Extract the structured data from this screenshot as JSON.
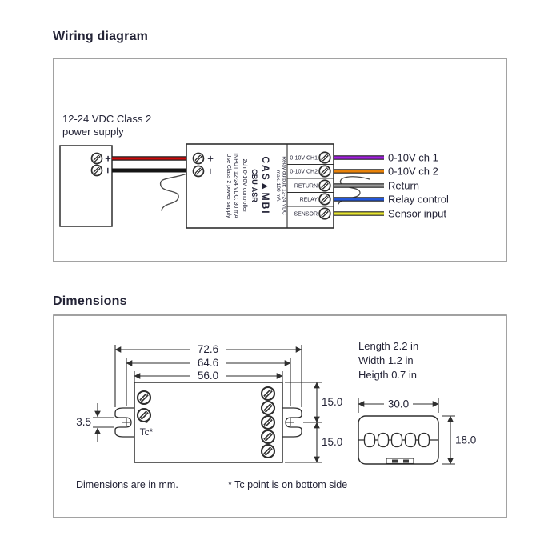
{
  "headings": {
    "wiring": "Wiring diagram",
    "dimensions": "Dimensions"
  },
  "wiring": {
    "power_supply": {
      "label_line1": "12-24 VDC Class 2",
      "label_line2": "power supply",
      "plus": "+",
      "minus": "−"
    },
    "device": {
      "brand": "CAS▲MBI",
      "model": "CBU-ASR",
      "subtitle": "2ch 0-10V controller",
      "input_rating": "INPUT 12-24 VDC, 30 mA",
      "class_note": "Use Class 2 power supply",
      "relay_rating_line1": "Relay output: 12-24 VDC",
      "relay_rating_line2": "max. 100 mA",
      "plus": "+",
      "minus": "−",
      "terminals": [
        "0-10V CH1",
        "0-10V CH2",
        "RETURN",
        "RELAY",
        "SENSOR"
      ]
    },
    "input_wires": [
      {
        "name": "positive",
        "color": "#cf0a0a"
      },
      {
        "name": "negative",
        "color": "#151515"
      }
    ],
    "outputs": [
      {
        "label": "0-10V ch 1",
        "color": "#a21fe0"
      },
      {
        "label": "0-10V ch 2",
        "color": "#e8820a"
      },
      {
        "label": "Return",
        "color": "#9a9a9a"
      },
      {
        "label": "Relay control",
        "color": "#2457d8"
      },
      {
        "label": "Sensor input",
        "color": "#e6e432"
      }
    ]
  },
  "dimensions": {
    "top_view": {
      "overall_length": "72.6",
      "hole_spacing": "64.6",
      "body_length": "56.0",
      "half_width_top": "15.0",
      "half_width_bottom": "15.0",
      "slot_width": "3.5",
      "tc_label": "Tc*"
    },
    "side_view": {
      "width": "30.0",
      "height": "18.0"
    },
    "inches": [
      "Length 2.2 in",
      "Width 1.2 in",
      "Heigth 0.7 in"
    ],
    "notes": {
      "units": "Dimensions are in mm.",
      "tc": "* Tc point is on bottom side"
    }
  }
}
